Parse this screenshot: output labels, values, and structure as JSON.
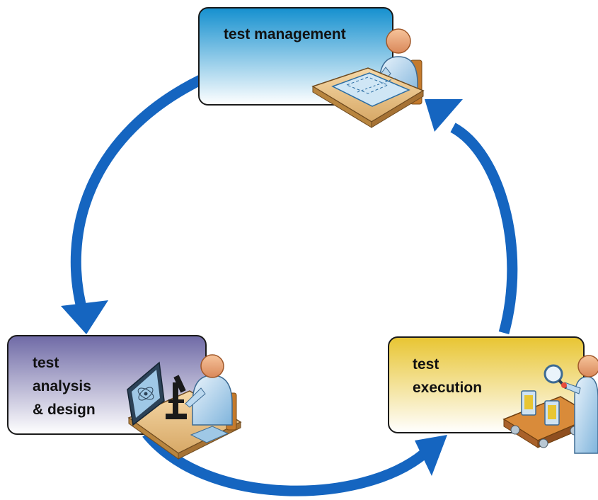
{
  "nodes": [
    {
      "id": "management",
      "lines": [
        "test management"
      ],
      "icon": "person-at-drafting-table-icon"
    },
    {
      "id": "analysis",
      "lines": [
        "test",
        "analysis",
        "& design"
      ],
      "icon": "person-with-microscope-and-computer-icon"
    },
    {
      "id": "execution",
      "lines": [
        "test",
        "execution"
      ],
      "icon": "person-at-conveyor-belt-with-magnifier-icon"
    }
  ],
  "colors": {
    "arrow": "#1565c0",
    "management_top": "#1590cf",
    "management_bottom": "#ffffff",
    "analysis_top": "#6f6aa6",
    "analysis_bottom": "#ffffff",
    "execution_top": "#e8c532",
    "execution_bottom": "#ffffff"
  },
  "edges": [
    {
      "from": "management",
      "to": "analysis"
    },
    {
      "from": "analysis",
      "to": "execution"
    },
    {
      "from": "execution",
      "to": "management"
    }
  ]
}
